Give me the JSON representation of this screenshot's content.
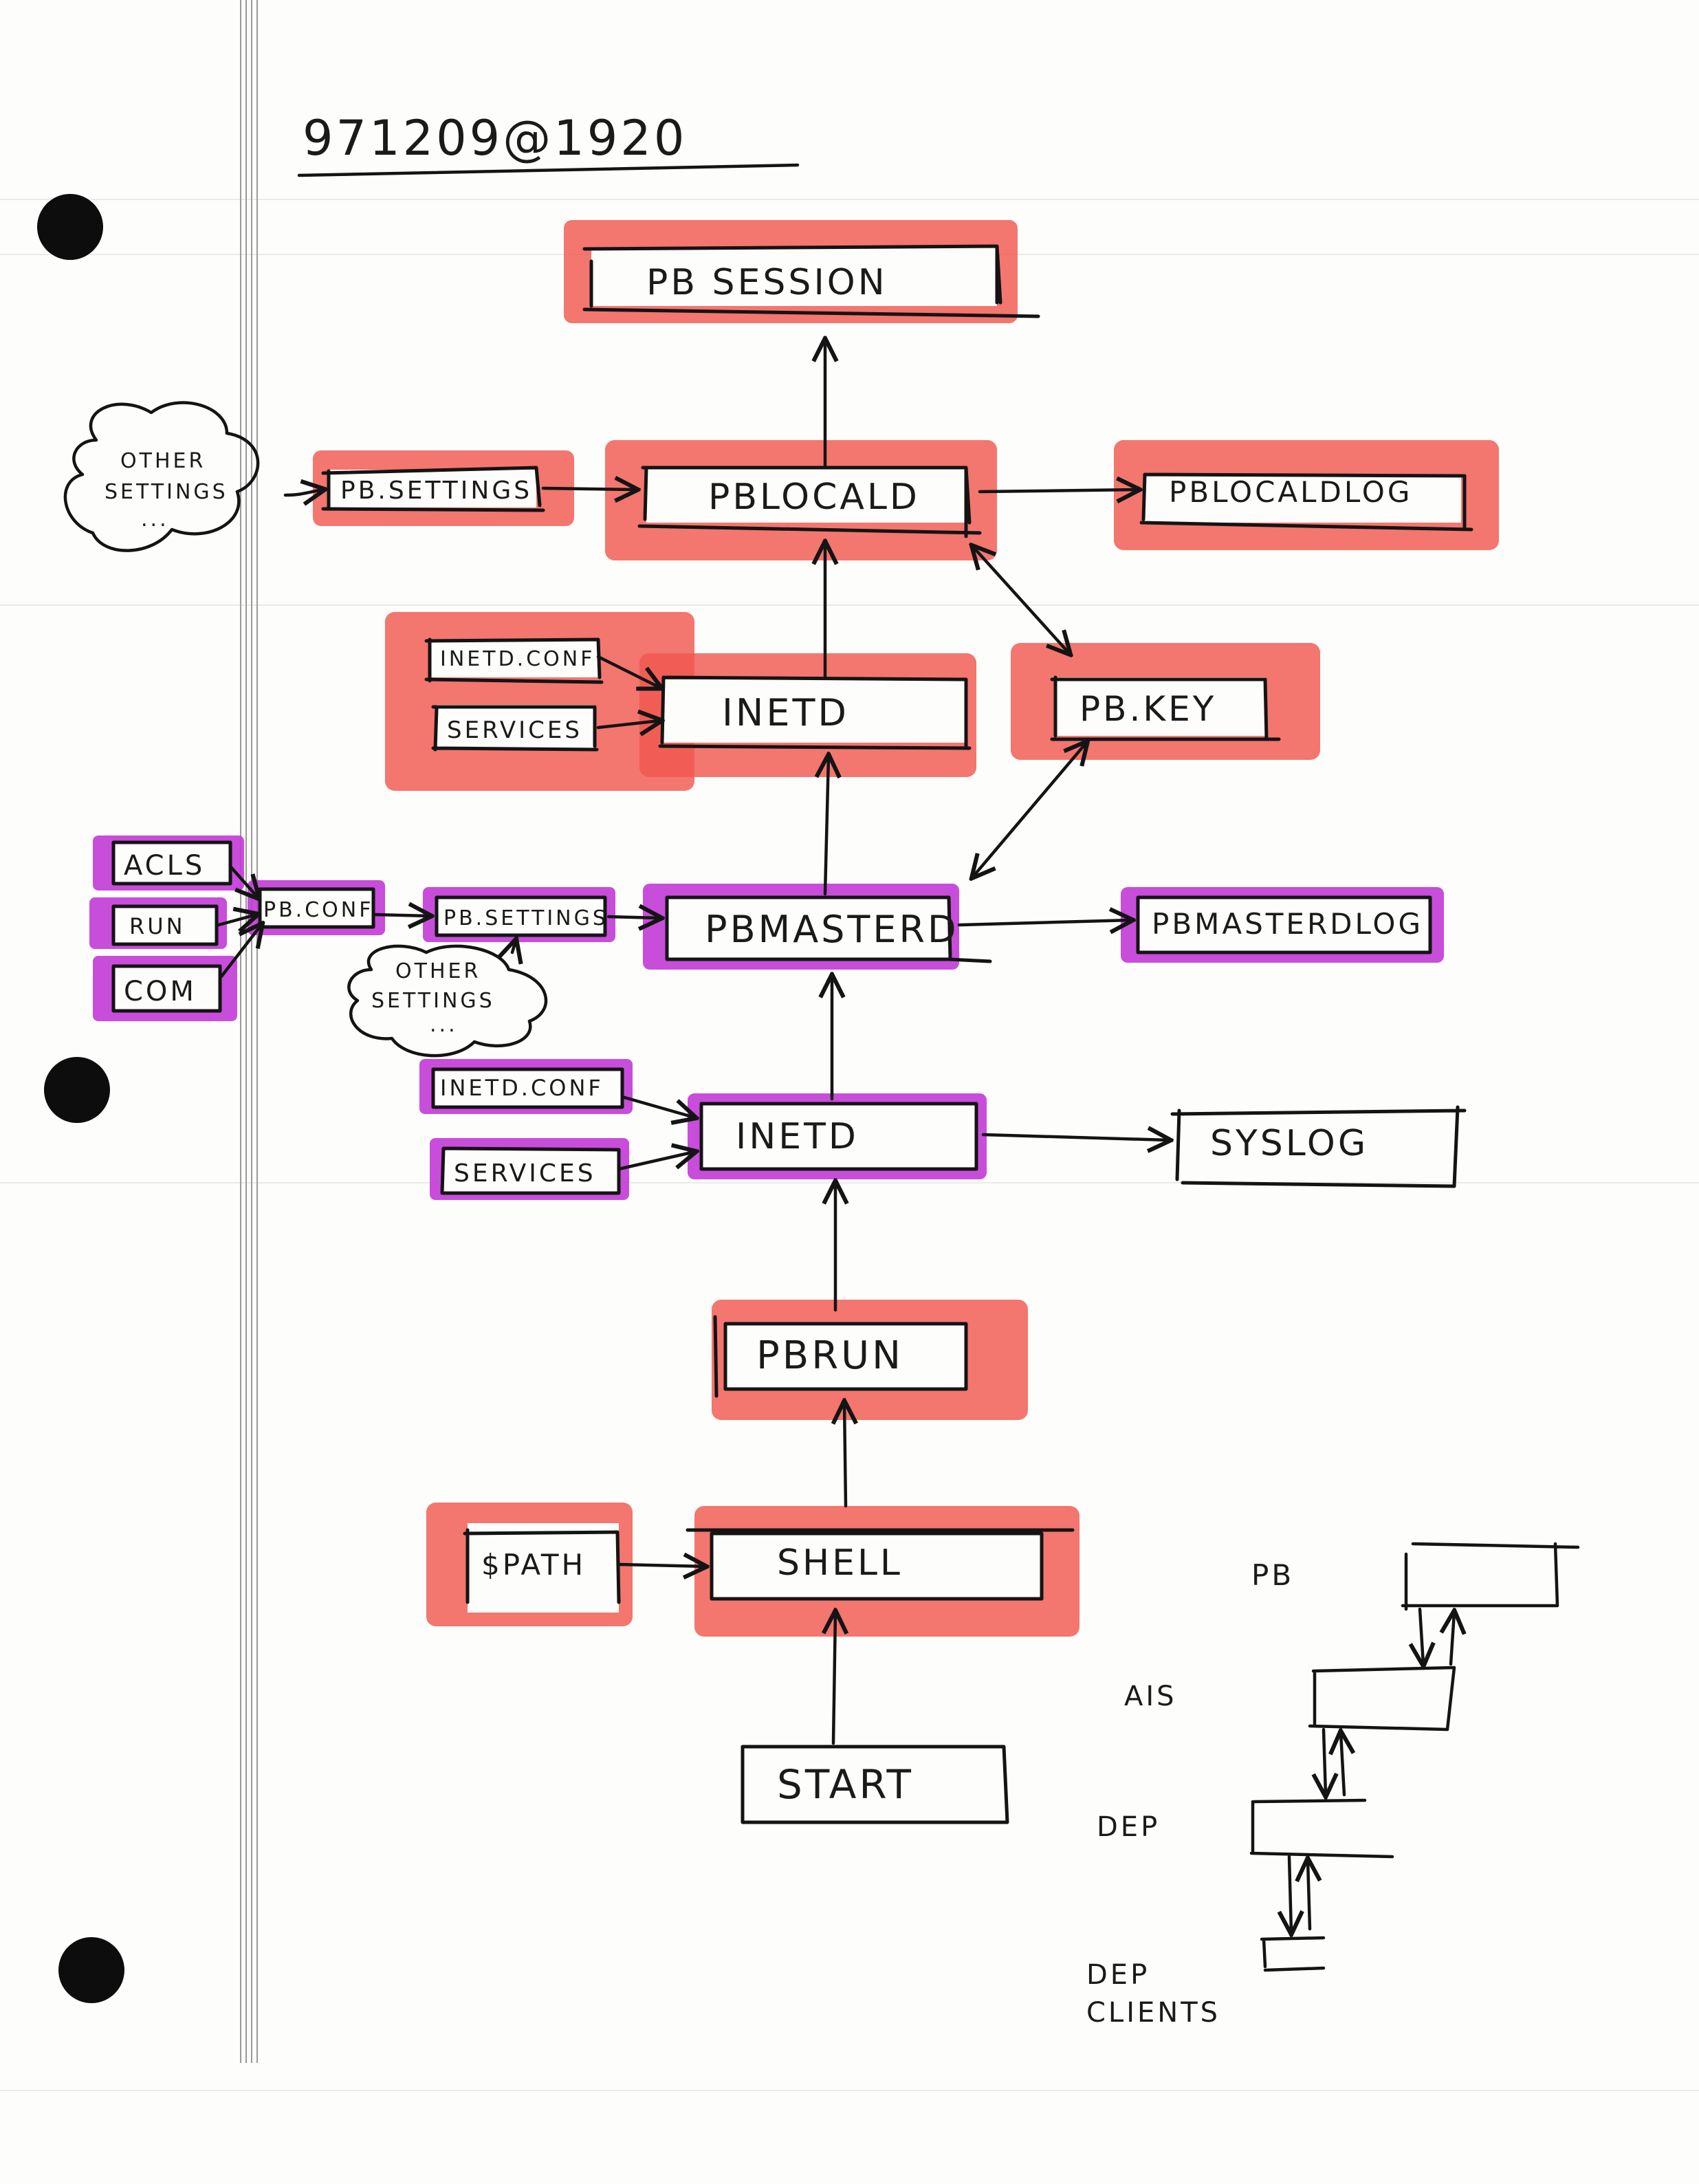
{
  "header": {
    "date_label": "971209@1920"
  },
  "nodes": {
    "pb_session": "PB SESSION",
    "pb_settings_top": "PB.SETTINGS",
    "pblocald": "PBLOCALD",
    "pblocaldlog": "PBLOCALDLOG",
    "inetd_conf_upper": "INETD.CONF",
    "services_upper": "SERVICES",
    "inetd_upper": "INETD",
    "pb_key": "PB.KEY",
    "acls": "ACLS",
    "run": "RUN",
    "com": "COM",
    "pb_conf": "PB.CONF",
    "pb_settings_mid": "PB.SETTINGS",
    "pbmasterd": "PBMASTERD",
    "pbmasterdlog": "PBMASTERDLOG",
    "inetd_conf_lower": "INETD.CONF",
    "services_lower": "SERVICES",
    "inetd_lower": "INETD",
    "syslog": "SYSLOG",
    "pbrun": "PBRUN",
    "path": "$PATH",
    "shell": "SHELL",
    "start": "START"
  },
  "clouds": {
    "top": [
      "OTHER",
      "SETTINGS",
      "..."
    ],
    "mid": [
      "OTHER",
      "SETTINGS",
      "..."
    ]
  },
  "side_sketch": {
    "labels": [
      "PB",
      "AIS",
      "DEP",
      "DEP",
      "CLIENTS"
    ]
  },
  "colors": {
    "red_highlight": "#f0584f",
    "purple_highlight": "#c23ad6",
    "ink": "#141414"
  }
}
